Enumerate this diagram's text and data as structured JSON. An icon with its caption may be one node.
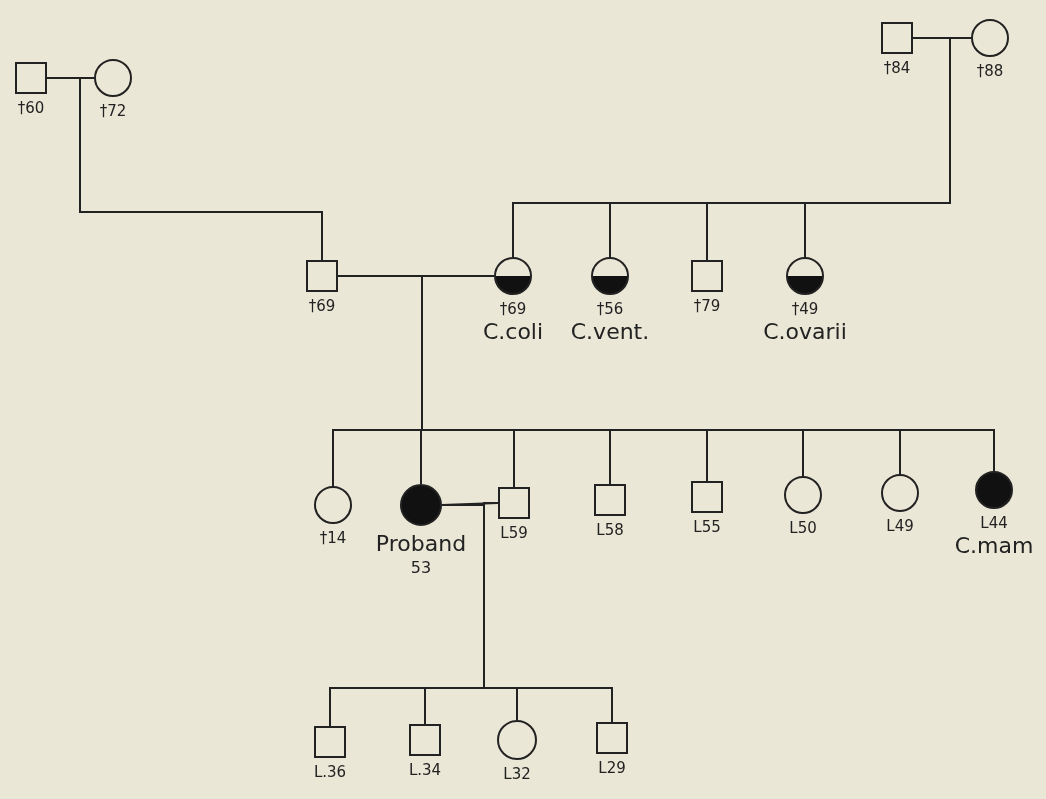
{
  "diagram": {
    "nodes": [
      {
        "text": [],
        "shape": "box",
        "beside": [
          "†60"
        ]
      },
      {
        "text": [],
        "shape": "circle",
        "beside": [
          "†72"
        ]
      },
      {
        "text": [],
        "shape": "box",
        "beside": [
          "†84"
        ]
      },
      {
        "text": [],
        "shape": "circle",
        "beside": [
          "†88"
        ]
      },
      {
        "text": [],
        "shape": "box",
        "beside": [
          "†69"
        ]
      },
      {
        "text": [],
        "shape": "half-filled-circle",
        "beside": [
          "†69",
          "C.coli"
        ]
      },
      {
        "text": [],
        "shape": "half-filled-circle",
        "beside": [
          "†56",
          "C.vent."
        ]
      },
      {
        "text": [],
        "shape": "box",
        "beside": [
          "†79"
        ]
      },
      {
        "text": [],
        "shape": "half-filled-circle",
        "beside": [
          "†49",
          "C.ovarii"
        ]
      },
      {
        "text": [],
        "shape": "circle",
        "beside": [
          "†14"
        ]
      },
      {
        "text": [],
        "shape": "filled-circle",
        "beside": [
          "Proband",
          "53"
        ]
      },
      {
        "text": [],
        "shape": "box",
        "beside": [
          "L59"
        ]
      },
      {
        "text": [],
        "shape": "box",
        "beside": [
          "L58"
        ]
      },
      {
        "text": [],
        "shape": "box",
        "beside": [
          "L55"
        ]
      },
      {
        "text": [],
        "shape": "circle",
        "beside": [
          "L50"
        ]
      },
      {
        "text": [],
        "shape": "circle",
        "beside": [
          "L49"
        ]
      },
      {
        "text": [],
        "shape": "filled-circle",
        "beside": [
          "L44",
          "C.mam"
        ]
      },
      {
        "text": [],
        "shape": "box",
        "beside": [
          "L.36"
        ]
      },
      {
        "text": [],
        "shape": "box",
        "beside": [
          "L.34"
        ]
      },
      {
        "text": [],
        "shape": "circle",
        "beside": [
          "L32"
        ]
      },
      {
        "text": [],
        "shape": "box",
        "beside": [
          "L29"
        ]
      }
    ],
    "edges": [
      {
        "from": 0,
        "to": 1,
        "arrow": "none"
      },
      {
        "from": 2,
        "to": 3,
        "arrow": "none"
      },
      {
        "from": 4,
        "to": 5,
        "arrow": "none"
      },
      {
        "from": 10,
        "to": 11,
        "arrow": "none"
      },
      {
        "from": 0,
        "to": 4,
        "arrow": "none"
      },
      {
        "from": 1,
        "to": 4,
        "arrow": "none"
      },
      {
        "from": 2,
        "to": 5,
        "arrow": "none"
      },
      {
        "from": 3,
        "to": 5,
        "arrow": "none"
      },
      {
        "from": 2,
        "to": 6,
        "arrow": "none"
      },
      {
        "from": 3,
        "to": 6,
        "arrow": "none"
      },
      {
        "from": 2,
        "to": 7,
        "arrow": "none"
      },
      {
        "from": 3,
        "to": 7,
        "arrow": "none"
      },
      {
        "from": 2,
        "to": 8,
        "arrow": "none"
      },
      {
        "from": 3,
        "to": 8,
        "arrow": "none"
      },
      {
        "from": 4,
        "to": 9,
        "arrow": "none"
      },
      {
        "from": 5,
        "to": 9,
        "arrow": "none"
      },
      {
        "from": 4,
        "to": 10,
        "arrow": "none"
      },
      {
        "from": 5,
        "to": 10,
        "arrow": "none"
      },
      {
        "from": 4,
        "to": 11,
        "arrow": "none"
      },
      {
        "from": 5,
        "to": 11,
        "arrow": "none"
      },
      {
        "from": 4,
        "to": 12,
        "arrow": "none"
      },
      {
        "from": 5,
        "to": 12,
        "arrow": "none"
      },
      {
        "from": 4,
        "to": 13,
        "arrow": "none"
      },
      {
        "from": 5,
        "to": 13,
        "arrow": "none"
      },
      {
        "from": 4,
        "to": 14,
        "arrow": "none"
      },
      {
        "from": 5,
        "to": 14,
        "arrow": "none"
      },
      {
        "from": 4,
        "to": 15,
        "arrow": "none"
      },
      {
        "from": 5,
        "to": 15,
        "arrow": "none"
      },
      {
        "from": 4,
        "to": 16,
        "arrow": "none"
      },
      {
        "from": 5,
        "to": 16,
        "arrow": "none"
      },
      {
        "from": 10,
        "to": 17,
        "arrow": "none"
      },
      {
        "from": 11,
        "to": 17,
        "arrow": "none"
      },
      {
        "from": 10,
        "to": 18,
        "arrow": "none"
      },
      {
        "from": 11,
        "to": 18,
        "arrow": "none"
      },
      {
        "from": 10,
        "to": 19,
        "arrow": "none"
      },
      {
        "from": 11,
        "to": 19,
        "arrow": "none"
      },
      {
        "from": 10,
        "to": 20,
        "arrow": "none"
      },
      {
        "from": 11,
        "to": 20,
        "arrow": "none"
      }
    ]
  }
}
